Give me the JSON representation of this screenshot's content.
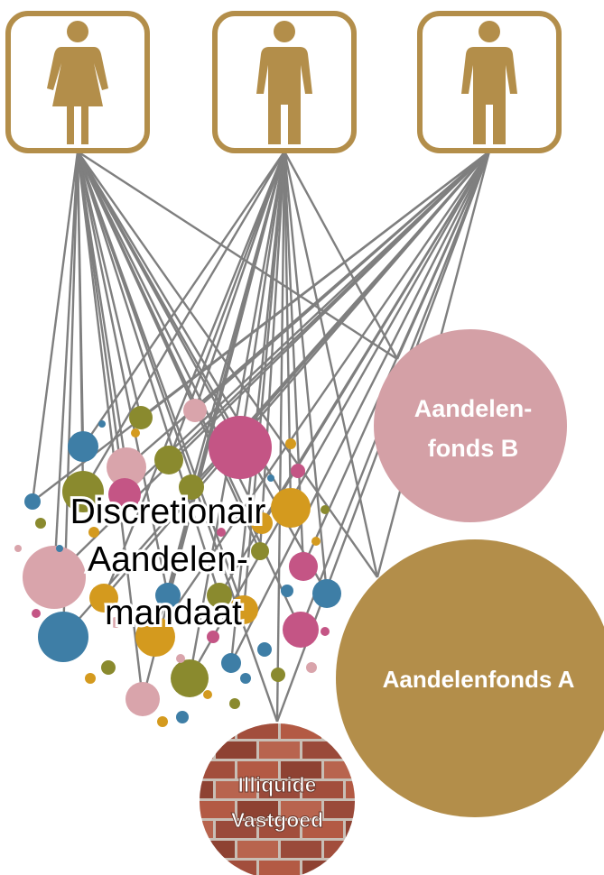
{
  "investors": [
    {
      "icon": "female-person-icon"
    },
    {
      "icon": "male-person-icon"
    },
    {
      "icon": "male-person-icon"
    }
  ],
  "labels": {
    "mandate_line1": "Discretionair",
    "mandate_line2": "Aandelen-",
    "mandate_line3": "mandaat",
    "fund_b_line1": "Aandelen-",
    "fund_b_line2": "fonds B",
    "fund_a": "Aandelenfonds A",
    "realestate_line1": "Illiquide",
    "realestate_line2": "Vastgoed"
  },
  "colors": {
    "icon_gold": "#B38E4A",
    "line_gray": "#7F7F7F",
    "fund_b_pink": "#D4A0A6",
    "fund_a_gold": "#B38E4A",
    "bubble_blue": "#3E7EA6",
    "bubble_olive": "#8A8A2E",
    "bubble_magenta": "#C45585",
    "bubble_rose": "#D9A4AB",
    "bubble_amber": "#D49A1E",
    "brick_red": "#A24E3C",
    "mortar": "#C8BEB5"
  }
}
